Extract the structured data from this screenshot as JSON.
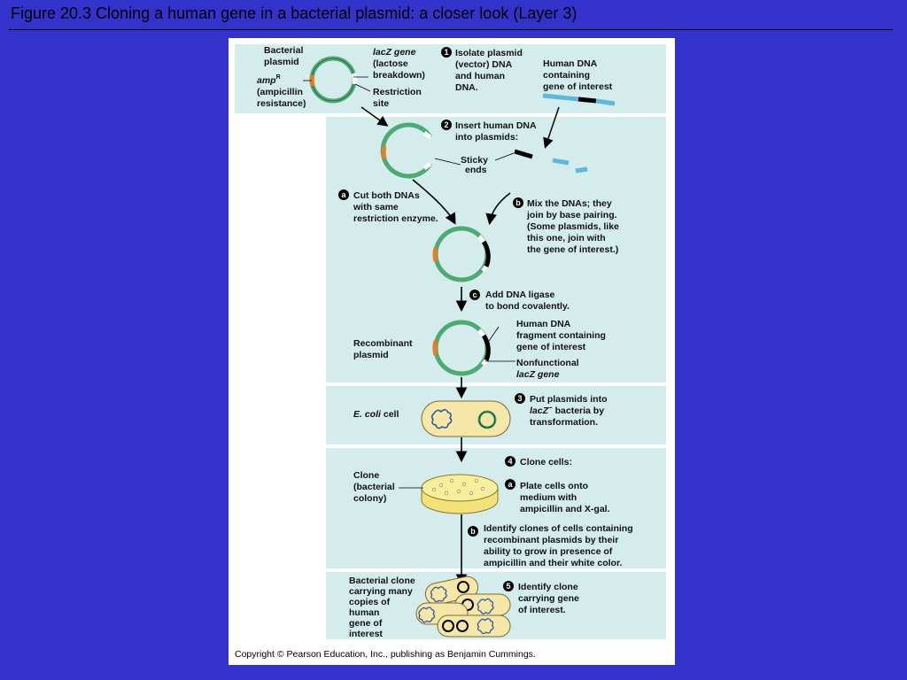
{
  "title": "Figure 20.3  Cloning a human gene in a bacterial plasmid: a closer look (Layer 3)",
  "labels": {
    "bacterial_plasmid": [
      "Bacterial",
      "plasmid"
    ],
    "ampr": "amp",
    "ampr_sup": "R",
    "ampr_desc": [
      "(ampicillin",
      "resistance)"
    ],
    "lacz_gene": [
      "lacZ gene",
      "(lactose",
      "breakdown)"
    ],
    "restriction_site": [
      "Restriction",
      "site"
    ],
    "human_dna": [
      "Human DNA",
      "containing",
      "gene of interest"
    ],
    "sticky_ends": [
      "Sticky",
      "ends"
    ],
    "recombinant_plasmid": [
      "Recombinant",
      "plasmid"
    ],
    "human_dna_fragment": [
      "Human DNA",
      "fragment containing",
      "gene of interest"
    ],
    "nonfunctional_lacz": [
      "Nonfunctional",
      "lacZ gene"
    ],
    "ecoli": "E. coli",
    "ecoli_cell": " cell",
    "clone_colony": [
      "Clone",
      "(bacterial",
      "colony)"
    ],
    "bacterial_clone": [
      "Bacterial clone",
      "carrying many",
      "copies of",
      "human",
      "gene of",
      "interest"
    ]
  },
  "steps": {
    "s1": {
      "num": "1",
      "text": [
        "Isolate plasmid",
        "(vector) DNA",
        "and human",
        "DNA."
      ]
    },
    "s2": {
      "num": "2",
      "text": [
        "Insert human DNA",
        "into plasmids:"
      ]
    },
    "s2a": {
      "num": "a",
      "text": [
        "Cut both DNAs",
        "with same",
        "restriction enzyme."
      ]
    },
    "s2b": {
      "num": "b",
      "text": [
        "Mix the DNAs; they",
        "join by base pairing.",
        "(Some plasmids, like",
        "this one, join with",
        "the gene of interest.)"
      ]
    },
    "s2c": {
      "num": "c",
      "text": [
        "Add DNA ligase",
        "to bond covalently."
      ]
    },
    "s3": {
      "num": "3",
      "text": [
        "Put plasmids into",
        "lacZ",
        "−",
        " bacteria by",
        "transformation."
      ]
    },
    "s4": {
      "num": "4",
      "text": [
        "Clone cells:"
      ]
    },
    "s4a": {
      "num": "a",
      "text": [
        "Plate cells onto",
        "medium with",
        "ampicillin and X-gal."
      ]
    },
    "s4b": {
      "num": "b",
      "text": [
        "Identify clones of cells containing",
        "recombinant plasmids by their",
        "ability to grow in presence of",
        "ampicillin and their white color."
      ]
    },
    "s5": {
      "num": "5",
      "text": [
        "Identify clone",
        "carrying gene",
        "of interest."
      ]
    }
  },
  "copyright": "Copyright © Pearson Education, Inc., publishing as Benjamin Cummings.",
  "colors": {
    "background": "#3333cc",
    "panel": "#d4ecec",
    "plasmid": "#4caa72",
    "amp_segment": "#e67e22",
    "human_dna": "#5fb7dc",
    "cell": "#f6e6a8",
    "dish": "#f3e27a"
  }
}
